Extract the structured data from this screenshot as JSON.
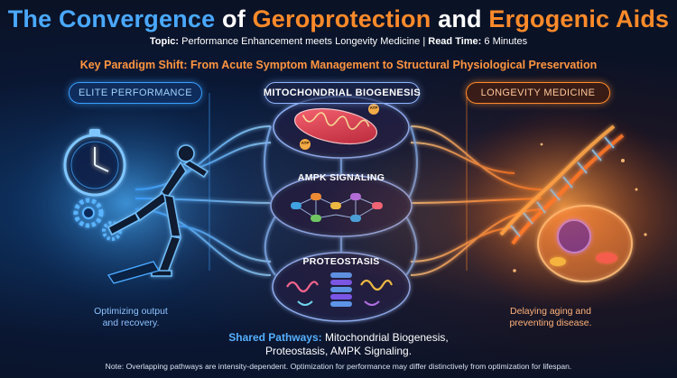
{
  "header": {
    "title_part1": "The Convergence",
    "title_part2": "of",
    "title_part3": "Geroprotection",
    "title_part4": "and",
    "title_part5": "Ergogenic Aids",
    "topic_label": "Topic:",
    "topic_value": "Performance Enhancement meets Longevity Medicine",
    "separator": "|",
    "read_time_label": "Read Time:",
    "read_time_value": "6 Minutes"
  },
  "paradigm_shift": "Key Paradigm Shift: From Acute Symptom Management to Structural Physiological Preservation",
  "left_panel": {
    "label": "Elite Performance",
    "caption_line1": "Optimizing output",
    "caption_line2": "and recovery."
  },
  "center_panel": {
    "label": "Mitochondrial Biogenesis",
    "nodes": [
      "AMPK Signaling",
      "Proteostasis"
    ],
    "atp_labels": [
      "ATP",
      "ATP"
    ]
  },
  "right_panel": {
    "label": "Longevity Medicine",
    "caption_line1": "Delaying aging and",
    "caption_line2": "preventing disease."
  },
  "shared": {
    "label": "Shared Pathways:",
    "line1": "Mitochondrial Biogenesis,",
    "line2": "Proteostasis, AMPK Signaling."
  },
  "note": "Note: Overlapping pathways are intensity-dependent. Optimization for performance may differ distinctively from optimization for lifespan.",
  "colors": {
    "accent_blue": "#4aa8ff",
    "accent_orange": "#ff8a2a",
    "background": "#0a1226"
  },
  "icons": [
    "stopwatch-icon",
    "gear-icon",
    "runner-icon",
    "mitochondrion-icon",
    "network-icon",
    "protein-icon",
    "dna-icon",
    "cell-icon"
  ]
}
